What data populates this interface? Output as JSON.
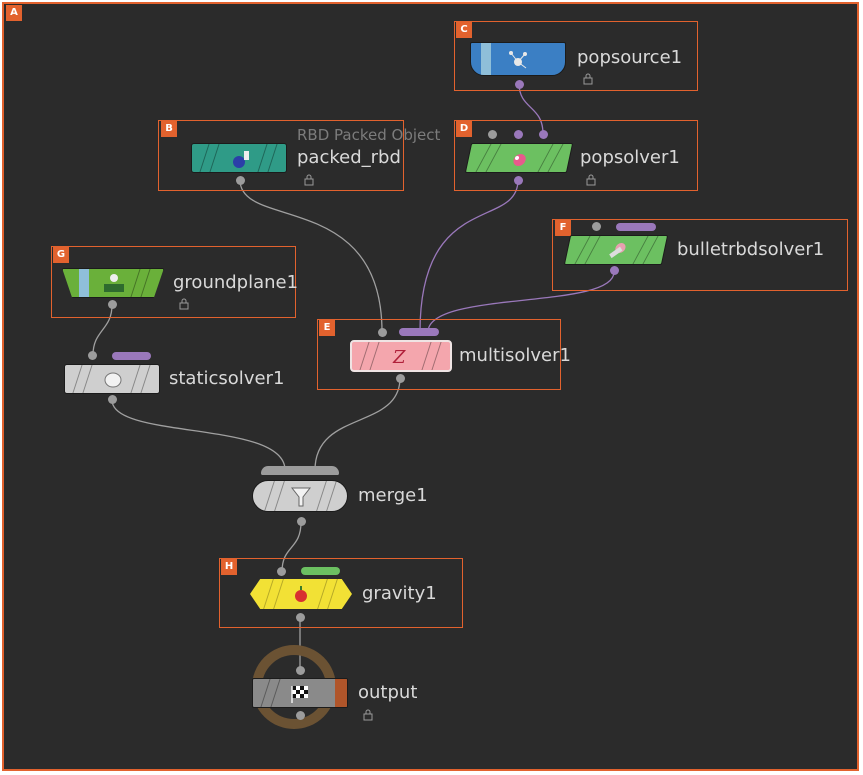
{
  "panel_badge": "A",
  "nodes": {
    "popsource": {
      "badge": "C",
      "label": "popsource1",
      "color": "#3b7fc4"
    },
    "packed_rbd": {
      "badge": "B",
      "label": "packed_rbd",
      "comment": "RBD Packed Object",
      "color": "#2f9b87"
    },
    "popsolver": {
      "badge": "D",
      "label": "popsolver1",
      "color": "#6cc061"
    },
    "bulletrbd": {
      "badge": "F",
      "label": "bulletrbdsolver1",
      "color": "#6cc061"
    },
    "groundplane": {
      "badge": "G",
      "label": "groundplane1",
      "color": "#6ab03a"
    },
    "multisolver": {
      "badge": "E",
      "label": "multisolver1",
      "color": "#f4a6ad"
    },
    "staticsolver": {
      "label": "staticsolver1",
      "color": "#cfcfcf"
    },
    "merge": {
      "label": "merge1",
      "color": "#cfcfcf"
    },
    "gravity": {
      "badge": "H",
      "label": "gravity1",
      "color": "#f2e135"
    },
    "output": {
      "label": "output",
      "color": "#8a8a8a"
    }
  },
  "colors": {
    "frame": "#e2622e",
    "wire_gray": "#a0a0a0",
    "wire_purple": "#9a78bb",
    "background": "#2b2b2b"
  },
  "icons": [
    "popsource-icon",
    "rbd-icon",
    "popsolver-icon",
    "bullet-icon",
    "groundplane-icon",
    "multisolver-icon",
    "static-icon",
    "funnel-icon",
    "gravity-icon",
    "checkered-flag-icon",
    "lock-icon"
  ]
}
